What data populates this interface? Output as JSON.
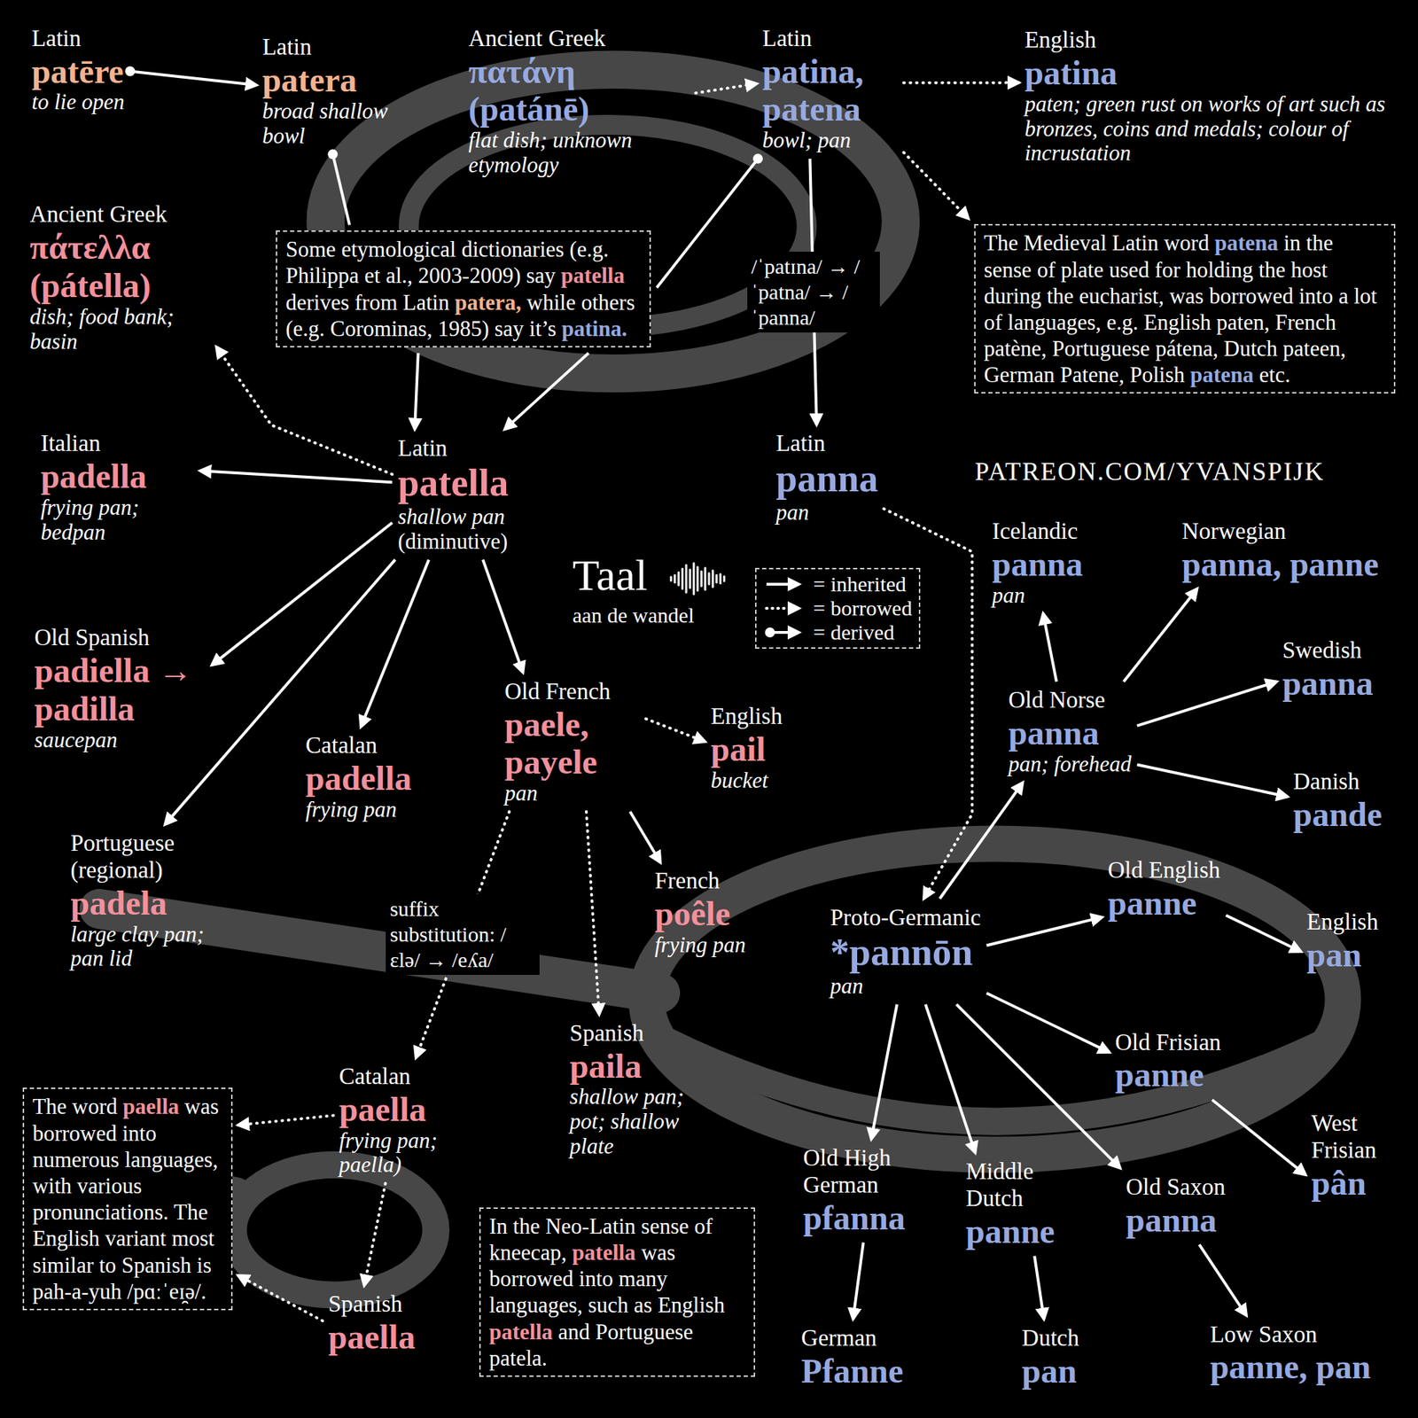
{
  "diagram": {
    "nodes": [
      {
        "text": [
          "Latin",
          "patēre",
          "to lie open"
        ]
      },
      {
        "text": [
          "Latin",
          "patera",
          "broad shallow bowl"
        ]
      },
      {
        "text": [
          "Ancient Greek",
          "πατάνη (patánē)",
          "flat dish; unknown etymology"
        ]
      },
      {
        "text": [
          "Latin",
          "patina, patena",
          "bowl; pan"
        ]
      },
      {
        "text": [
          "English",
          "patina",
          "paten; green rust on works of art such as bronzes, coins and medals; colour of incrustation"
        ]
      },
      {
        "text": [
          "Ancient Greek",
          "πάτελλα (pátella)",
          "dish; food bank; basin"
        ]
      },
      {
        "text": [
          "Some etymological dictionaries (e.g. Philippa et al., 2003-2009) say patella derives from Latin patera, while others (e.g. Corominas, 1985) say it’s patina."
        ]
      },
      {
        "text": [
          "The Medieval Latin word patena in the sense of plate used for holding the host during the eucharist, was borrowed into a lot of languages, e.g. English paten, French patène, Portuguese pátena, Dutch pateen, German Patene, Polish patena etc."
        ]
      },
      {
        "text": [
          "Latin",
          "patella",
          "shallow pan",
          "(diminutive)"
        ]
      },
      {
        "text": [
          "Italian",
          "padella",
          "frying pan; bedpan"
        ]
      },
      {
        "text": [
          "Latin",
          "panna",
          "pan"
        ]
      },
      {
        "text": [
          "Icelandic",
          "panna",
          "pan"
        ]
      },
      {
        "text": [
          "Norwegian",
          "panna, panne"
        ]
      },
      {
        "text": [
          "Swedish",
          "panna"
        ]
      },
      {
        "text": [
          "Old Norse",
          "panna",
          "pan; forehead"
        ]
      },
      {
        "text": [
          "Danish",
          "pande"
        ]
      },
      {
        "text": [
          "Old Spanish",
          "padiella → padilla",
          "saucepan"
        ]
      },
      {
        "text": [
          "Old French",
          "paele, payele",
          "pan"
        ]
      },
      {
        "text": [
          "English",
          "pail",
          "bucket"
        ]
      },
      {
        "text": [
          "Catalan",
          "padella",
          "frying pan"
        ]
      },
      {
        "text": [
          "Portuguese (regional)",
          "padela",
          "large clay pan; pan lid"
        ]
      },
      {
        "text": [
          "French",
          "poêle",
          "frying pan"
        ]
      },
      {
        "text": [
          "Proto-Germanic",
          "*pannōn",
          "pan"
        ]
      },
      {
        "text": [
          "Old English",
          "panne"
        ]
      },
      {
        "text": [
          "English",
          "pan"
        ]
      },
      {
        "text": [
          "Old Frisian",
          "panne"
        ]
      },
      {
        "text": [
          "West Frisian",
          "pân"
        ]
      },
      {
        "text": [
          "Catalan",
          "paella",
          "frying pan; paella)"
        ]
      },
      {
        "text": [
          "Spanish",
          "paila",
          "shallow pan; pot; shallow plate"
        ]
      },
      {
        "text": [
          "The word paella was borrowed into numerous languages, with various pronunciations. The English variant most similar to Spanish is pah-a-yuh /pɑːˈeɪ̯ə/."
        ]
      },
      {
        "text": [
          "In the Neo-Latin sense of kneecap, patella was borrowed into many languages, such as English patella and Portuguese patela."
        ]
      },
      {
        "text": [
          "Old High German",
          "pfanna"
        ]
      },
      {
        "text": [
          "Middle Dutch",
          "panne"
        ]
      },
      {
        "text": [
          "Old Saxon",
          "panna"
        ]
      },
      {
        "text": [
          "Spanish",
          "paella"
        ]
      },
      {
        "text": [
          "German",
          "Pfanne"
        ]
      },
      {
        "text": [
          "Dutch",
          "pan"
        ]
      },
      {
        "text": [
          "Low Saxon",
          "panne, pan"
        ]
      }
    ],
    "edges": [
      {
        "from": 0,
        "to": 1,
        "arrow": "to"
      },
      {
        "from": 1,
        "to": 6,
        "arrow": "none"
      },
      {
        "from": 2,
        "to": 3,
        "arrow": "to"
      },
      {
        "from": 3,
        "to": 6,
        "arrow": "none"
      },
      {
        "from": 3,
        "to": 4,
        "arrow": "to"
      },
      {
        "from": 3,
        "to": 7,
        "arrow": "to"
      },
      {
        "from": 3,
        "to": 10,
        "label": "/ˈpatɪna/ → /ˈpatna/ → /ˈpanna/",
        "arrow": "to"
      },
      {
        "from": 6,
        "to": 8,
        "arrow": "to"
      },
      {
        "from": 6,
        "to": 8,
        "arrow": "to"
      },
      {
        "from": 8,
        "to": 5,
        "arrow": "to"
      },
      {
        "from": 8,
        "to": 9,
        "arrow": "to"
      },
      {
        "from": 8,
        "to": 16,
        "arrow": "to"
      },
      {
        "from": 8,
        "to": 20,
        "arrow": "to"
      },
      {
        "from": 8,
        "to": 19,
        "arrow": "to"
      },
      {
        "from": 8,
        "to": 17,
        "arrow": "to"
      },
      {
        "from": 10,
        "to": 22,
        "arrow": "to"
      },
      {
        "from": 17,
        "to": 18,
        "arrow": "to"
      },
      {
        "from": 17,
        "to": 21,
        "arrow": "to"
      },
      {
        "from": 17,
        "to": 28,
        "arrow": "to"
      },
      {
        "from": 17,
        "to": 27,
        "label": "suffix substitution: /ɛlə/ → /eʎa/",
        "arrow": "to"
      },
      {
        "from": 27,
        "to": 29,
        "arrow": "to"
      },
      {
        "from": 27,
        "to": 34,
        "arrow": "to"
      },
      {
        "from": 34,
        "to": 29,
        "arrow": "to"
      },
      {
        "from": 22,
        "to": 14,
        "arrow": "to"
      },
      {
        "from": 14,
        "to": 11,
        "arrow": "to"
      },
      {
        "from": 14,
        "to": 12,
        "arrow": "to"
      },
      {
        "from": 14,
        "to": 13,
        "arrow": "to"
      },
      {
        "from": 14,
        "to": 15,
        "arrow": "to"
      },
      {
        "from": 22,
        "to": 23,
        "arrow": "to"
      },
      {
        "from": 23,
        "to": 24,
        "arrow": "to"
      },
      {
        "from": 22,
        "to": 31,
        "arrow": "to"
      },
      {
        "from": 22,
        "to": 32,
        "arrow": "to"
      },
      {
        "from": 22,
        "to": 33,
        "arrow": "to"
      },
      {
        "from": 22,
        "to": 25,
        "arrow": "to"
      },
      {
        "from": 25,
        "to": 26,
        "arrow": "to"
      },
      {
        "from": 31,
        "to": 35,
        "arrow": "to"
      },
      {
        "from": 32,
        "to": 36,
        "arrow": "to"
      },
      {
        "from": 33,
        "to": 37,
        "arrow": "to"
      }
    ],
    "labels": [
      "PATREON.COM/YVANSPIJK",
      "Taal",
      "aan de wandel"
    ],
    "legend": [
      {
        "text": "= inherited"
      },
      {
        "text": "= borrowed"
      },
      {
        "text": "= derived"
      }
    ]
  }
}
